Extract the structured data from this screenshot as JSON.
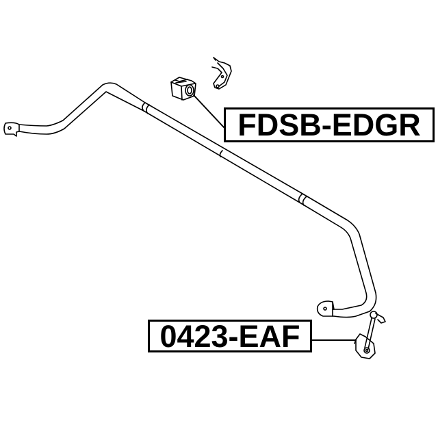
{
  "diagram": {
    "type": "exploded parts diagram",
    "subject": "stabilizer bar assembly",
    "colors": {
      "line": "#000000",
      "background": "#ffffff"
    },
    "parts": [
      {
        "id": "stabilizer-bar",
        "label": ""
      },
      {
        "id": "stabilizer-bushing",
        "label": ""
      },
      {
        "id": "bushing-bracket",
        "label": ""
      },
      {
        "id": "stabilizer-link",
        "label": ""
      }
    ],
    "callouts": [
      {
        "part": "stabilizer-bushing",
        "text": "FDSB-EDGR"
      },
      {
        "part": "stabilizer-link",
        "text": "0423-EAF"
      }
    ]
  }
}
